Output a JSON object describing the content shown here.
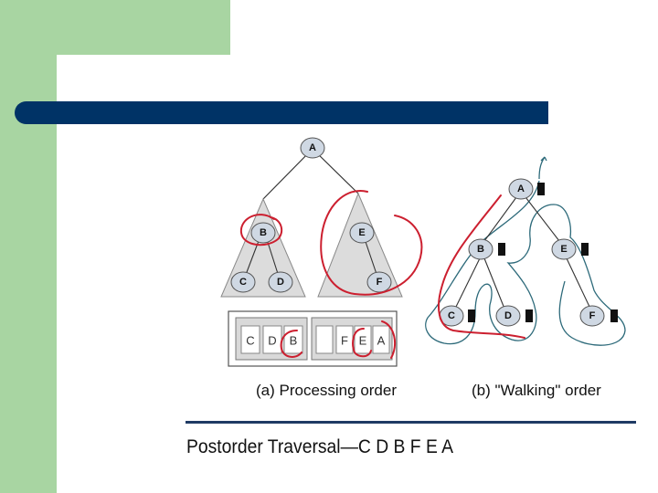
{
  "colors": {
    "green": "#a8d5a2",
    "bar": "#003366",
    "node_fill": "#cfd8e3",
    "triangle_fill": "#dcdcdc",
    "annotation_red": "#cc1f2f",
    "path_teal": "#2d6a7a"
  },
  "diagram_a": {
    "caption": "(a) Processing order",
    "nodes": {
      "A": "A",
      "B": "B",
      "C": "C",
      "D": "D",
      "E": "E",
      "F": "F"
    },
    "order_boxes": {
      "left": [
        "C",
        "D",
        "B"
      ],
      "right": [
        "",
        "F",
        "E",
        "A"
      ]
    }
  },
  "diagram_b": {
    "caption": "(b) \"Walking\" order",
    "nodes": {
      "A": "A",
      "B": "B",
      "C": "C",
      "D": "D",
      "E": "E",
      "F": "F"
    }
  },
  "footer": {
    "postorder_text": "Postorder Traversal—C D B F E A"
  }
}
